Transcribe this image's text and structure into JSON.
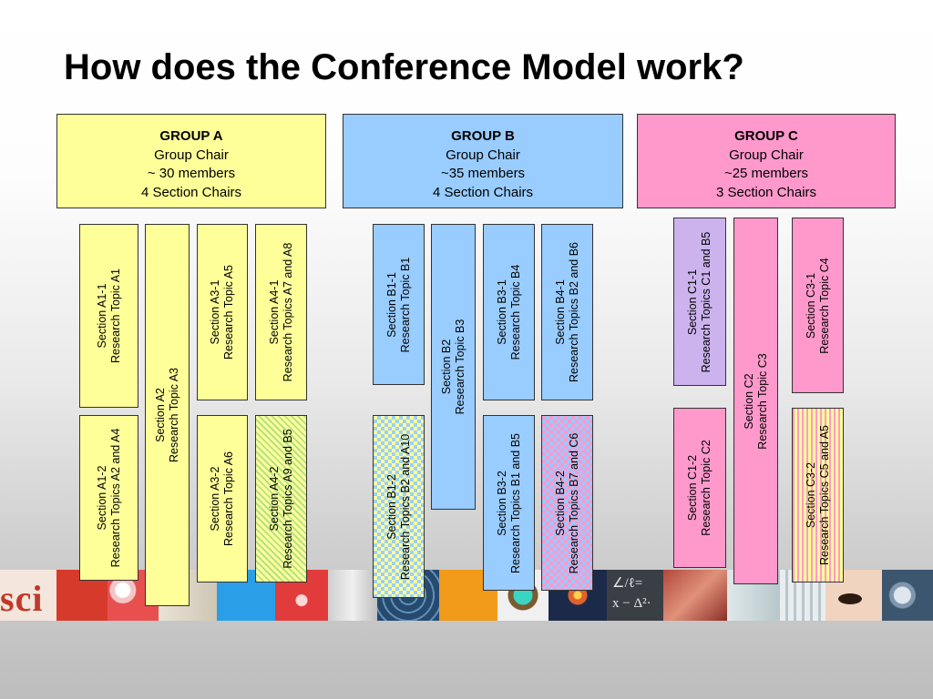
{
  "slide": {
    "title": "How does the Conference Model work?"
  },
  "groups": [
    {
      "name": "GROUP A",
      "chair": "Group Chair",
      "members": "~ 30 members",
      "sections": "4 Section Chairs",
      "color": "#ffff99"
    },
    {
      "name": "GROUP B",
      "chair": "Group Chair",
      "members": "~35 members",
      "sections": "4 Section Chairs",
      "color": "#99ccff"
    },
    {
      "name": "GROUP C",
      "chair": "Group Chair",
      "members": "~25 members",
      "sections": "3 Section Chairs",
      "color": "#ff99cc"
    }
  ],
  "sections": {
    "a1_1": {
      "name": "Section A1-1",
      "topic": "Research Topic A1"
    },
    "a1_2": {
      "name": "Section A1-2",
      "topic": "Research Topics A2 and A4"
    },
    "a2": {
      "name": "Section A2",
      "topic": "Research Topic A3"
    },
    "a3_1": {
      "name": "Section A3-1",
      "topic": "Research Topic A5"
    },
    "a3_2": {
      "name": "Section A3-2",
      "topic": "Research Topic A6"
    },
    "a4_1": {
      "name": "Section A4-1",
      "topic": "Research Topics A7 and A8"
    },
    "a4_2": {
      "name": "Section A4-2",
      "topic": "Research Topics A9 and B5"
    },
    "b1_1": {
      "name": "Section B1-1",
      "topic": "Research Topic B1"
    },
    "b1_2": {
      "name": "Section B1-2",
      "topic": "Research Topics B2 and A10"
    },
    "b2": {
      "name": "Section B2",
      "topic": "Research Topic B3"
    },
    "b3_1": {
      "name": "Section B3-1",
      "topic": "Research Topic B4"
    },
    "b3_2": {
      "name": "Section B3-2",
      "topic": "Research Topics B1 and B5"
    },
    "b4_1": {
      "name": "Section B4-1",
      "topic": "Research Topics B2 and B6"
    },
    "b4_2": {
      "name": "Section B4-2",
      "topic": "Research Topics B7 and C6"
    },
    "c1_1": {
      "name": "Section C1-1",
      "topic": "Research Topics C1 and B5"
    },
    "c1_2": {
      "name": "Section C1-2",
      "topic": "Research Topic C2"
    },
    "c2": {
      "name": "Section C2",
      "topic": "Research Topic C3"
    },
    "c3_1": {
      "name": "Section C3-1",
      "topic": "Research Topic C4"
    },
    "c3_2": {
      "name": "Section C3-2",
      "topic": "Research Topics C5 and A5"
    }
  },
  "strip": {
    "logo_text": "sci",
    "math_line1": "∠/ℓ=",
    "math_line2": "x − Δ²·"
  }
}
